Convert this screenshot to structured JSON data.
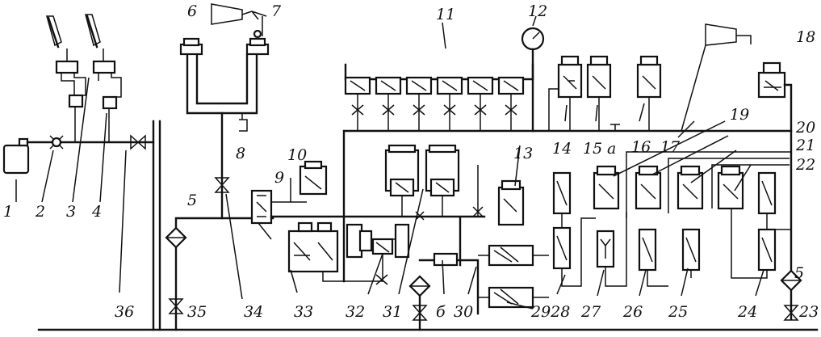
{
  "labels": {
    "l1": "1",
    "l2": "2",
    "l3": "3",
    "l4": "4",
    "l5a": "5",
    "l5b": "5",
    "l6": "6",
    "l7": "7",
    "l8": "8",
    "l9": "9",
    "l10": "10",
    "l11": "11",
    "l12": "12",
    "l13": "13",
    "l14": "14",
    "l15": "15",
    "la": "a",
    "l16": "16",
    "l17": "17",
    "l18": "18",
    "l19": "19",
    "l20": "20",
    "l21": "21",
    "l22": "22",
    "l23": "23",
    "l24": "24",
    "l25": "25",
    "l26": "26",
    "l27": "27",
    "l2928": "2928",
    "l30": "30",
    "lb": "б",
    "l31": "31",
    "l32": "32",
    "l33": "33",
    "l34": "34",
    "l35": "35",
    "l36": "36"
  },
  "colors": {
    "ink": "#111111",
    "paper": "#ffffff"
  }
}
